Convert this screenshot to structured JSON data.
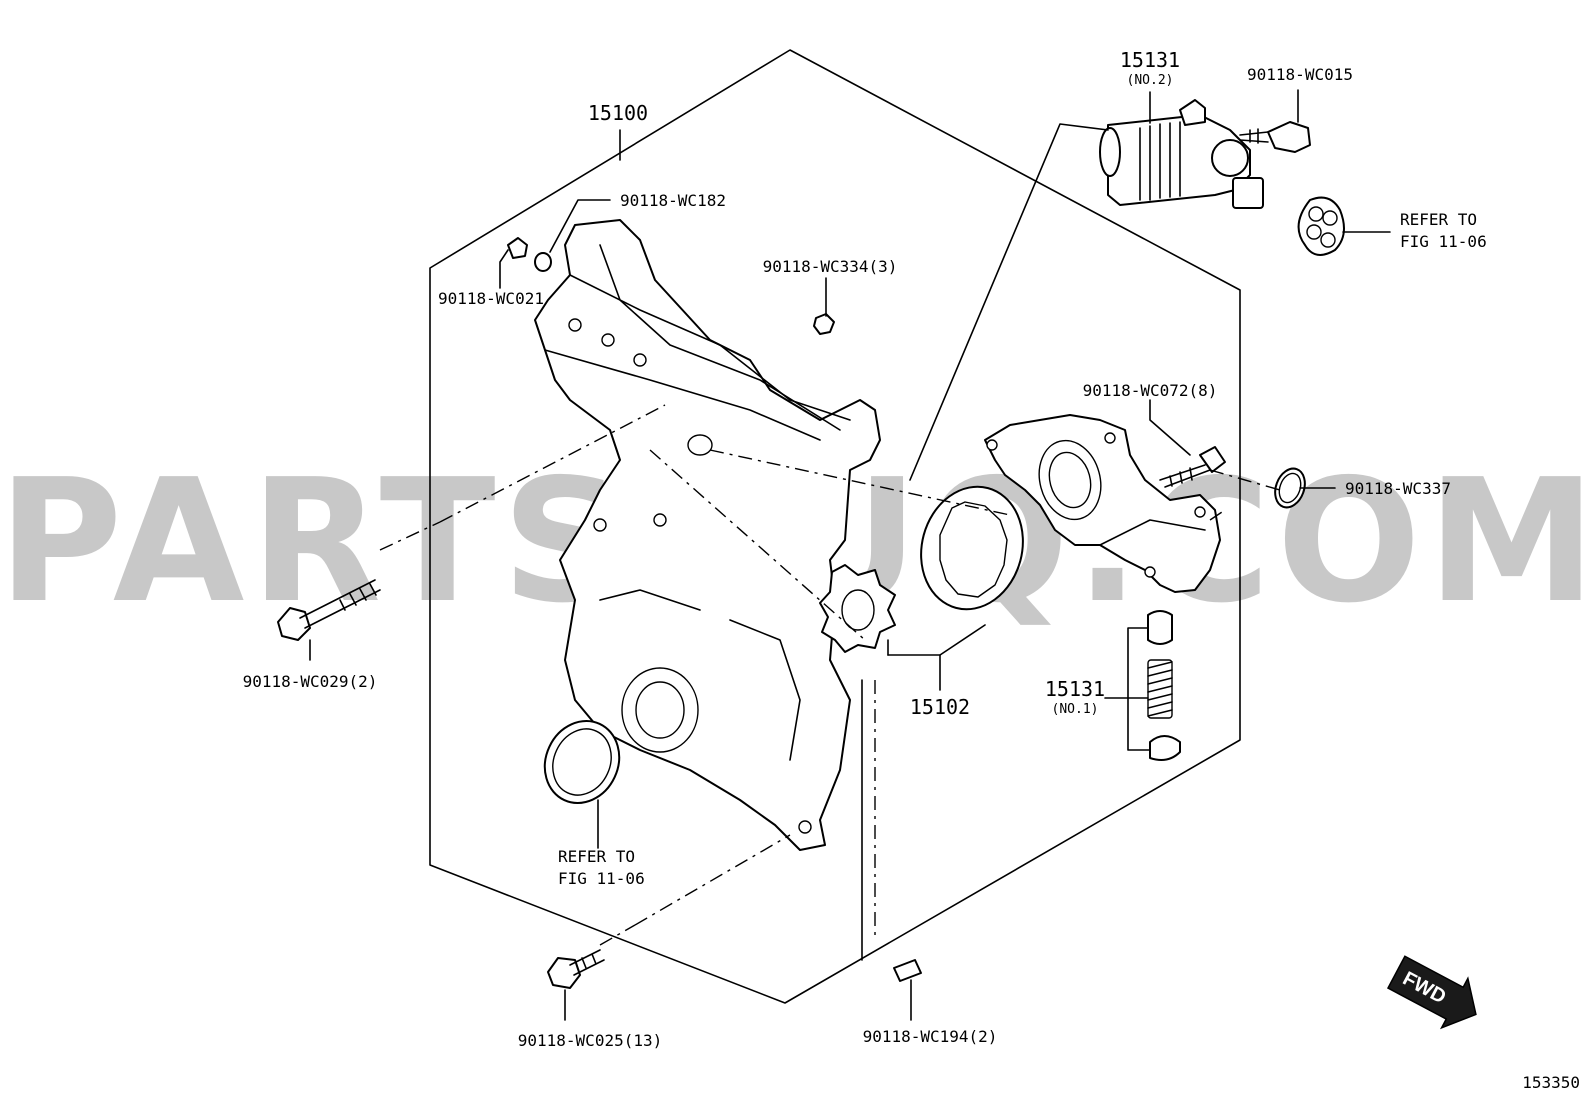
{
  "labels": {
    "p15100": "15100",
    "p15131_top": "15131",
    "p15131_top_sub": "(NO.2)",
    "p90118_wc015": "90118-WC015",
    "refer_top_1": "REFER TO",
    "refer_top_2": "FIG 11-06",
    "p90118_wc182": "90118-WC182",
    "p90118_wc021": "90118-WC021",
    "p90118_wc334": "90118-WC334(3)",
    "p90118_wc072": "90118-WC072(8)",
    "p90118_wc337": "90118-WC337",
    "p90118_wc029": "90118-WC029(2)",
    "p15102": "15102",
    "p15131_bot": "15131",
    "p15131_bot_sub": "(NO.1)",
    "refer_bot_1": "REFER TO",
    "refer_bot_2": "FIG 11-06",
    "p90118_wc025": "90118-WC025(13)",
    "p90118_wc194": "90118-WC194(2)",
    "fwd": "FWD",
    "figure_no": "153350"
  },
  "watermark": "PARTSOUQ.COM"
}
